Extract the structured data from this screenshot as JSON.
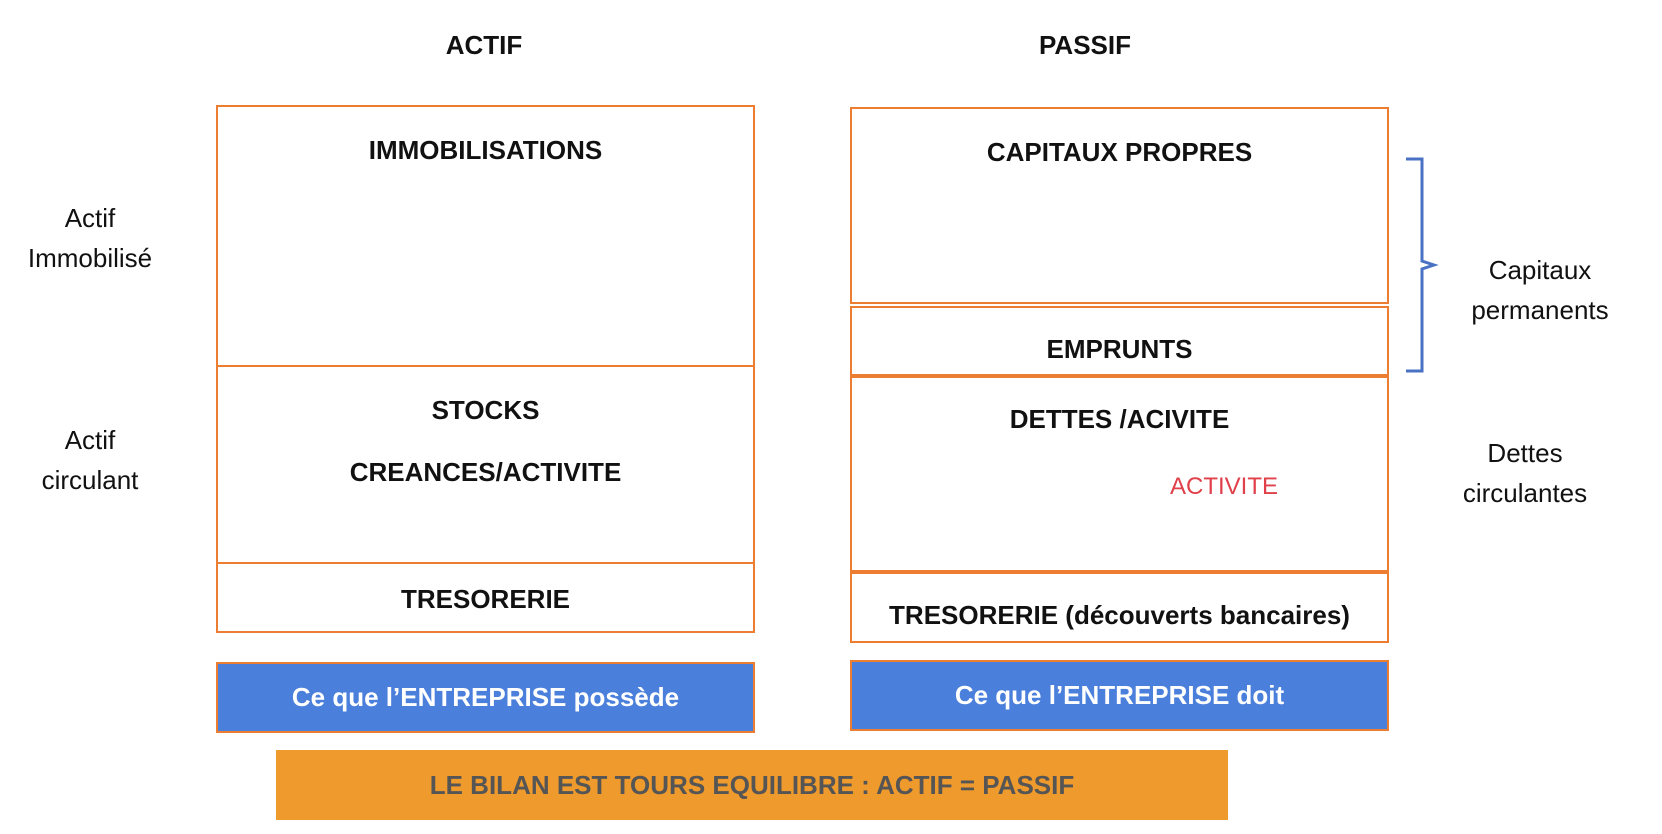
{
  "headings": {
    "actif": "ACTIF",
    "passif": "PASSIF"
  },
  "actif": {
    "immobilisations": "IMMOBILISATIONS",
    "stocks": "STOCKS",
    "creances": "CREANCES/ACTIVITE",
    "tresorerie": "TRESORERIE",
    "possede": "Ce que l’ENTREPRISE possède"
  },
  "passif": {
    "capitaux_propres": "CAPITAUX PROPRES",
    "emprunts": "EMPRUNTS",
    "dettes": "DETTES /ACIVITE",
    "activite_note": "ACTIVITE",
    "tresorerie": "TRESORERIE (découverts bancaires)",
    "doit": "Ce que l’ENTREPRISE doit"
  },
  "left_labels": {
    "actif_immobilise_line1": "Actif",
    "actif_immobilise_line2": "Immobilisé",
    "actif_circulant_line1": "Actif",
    "actif_circulant_line2": "circulant"
  },
  "right_labels": {
    "capitaux_permanents_line1": "Capitaux",
    "capitaux_permanents_line2": "permanents",
    "dettes_circulantes_line1": "Dettes",
    "dettes_circulantes_line2": "circulantes"
  },
  "footer": "LE BILAN EST TOURS EQUILIBRE : ACTIF = PASSIF",
  "colors": {
    "box_border": "#ed7d31",
    "blue_bar": "#4a7fdc",
    "orange_bar": "#ef9a2c",
    "brace": "#4a72c4",
    "note_red": "#e0404a"
  }
}
